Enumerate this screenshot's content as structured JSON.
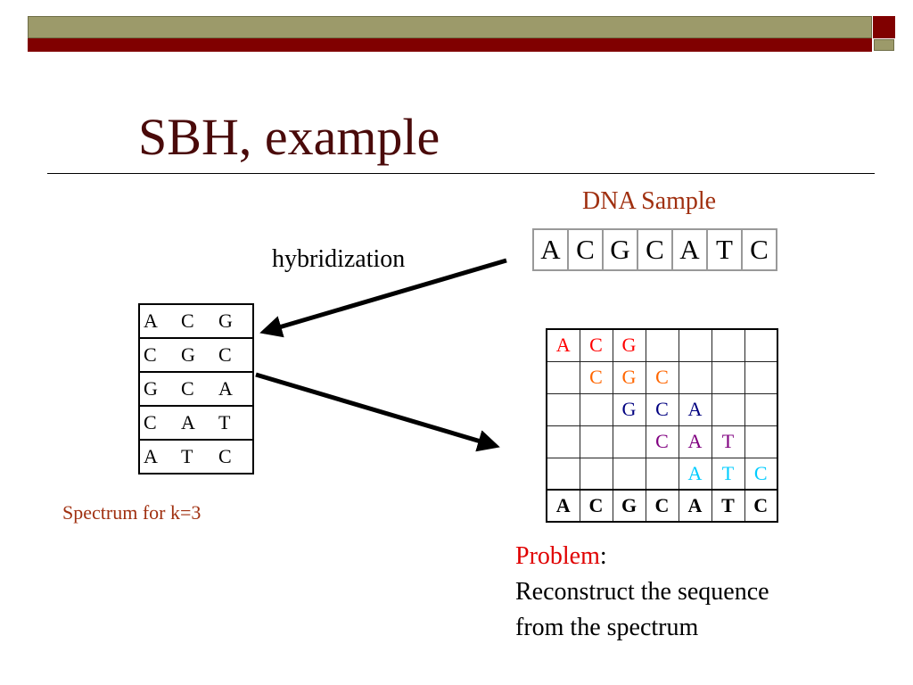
{
  "title": "SBH, example",
  "dna": {
    "label": "DNA Sample",
    "sequence": [
      "A",
      "C",
      "G",
      "C",
      "A",
      "T",
      "C"
    ]
  },
  "hybridization_label": "hybridization",
  "spectrum": {
    "rows": [
      [
        "A",
        "C",
        "G"
      ],
      [
        "C",
        "G",
        "C"
      ],
      [
        "G",
        "C",
        "A"
      ],
      [
        "C",
        "A",
        "T"
      ],
      [
        "A",
        "T",
        "C"
      ]
    ],
    "label": "Spectrum for k=3"
  },
  "alignment": {
    "rows": [
      {
        "offset": 0,
        "letters": [
          "A",
          "C",
          "G"
        ],
        "color": "#ff0000"
      },
      {
        "offset": 1,
        "letters": [
          "C",
          "G",
          "C"
        ],
        "color": "#ff6600"
      },
      {
        "offset": 2,
        "letters": [
          "G",
          "C",
          "A"
        ],
        "color": "#000080"
      },
      {
        "offset": 3,
        "letters": [
          "C",
          "A",
          "T"
        ],
        "color": "#800080"
      },
      {
        "offset": 4,
        "letters": [
          "A",
          "T",
          "C"
        ],
        "color": "#00ccff"
      }
    ],
    "result": [
      "A",
      "C",
      "G",
      "C",
      "A",
      "T",
      "C"
    ]
  },
  "problem": {
    "heading": "Problem",
    "colon": ":",
    "line1": "Reconstruct the sequence",
    "line2": "from the spectrum"
  },
  "colors": {
    "title": "#4a0a0a",
    "accent_label": "#a03010",
    "problem_heading": "#e00000",
    "bar_olive": "#9c9a6a",
    "bar_red": "#800000"
  }
}
